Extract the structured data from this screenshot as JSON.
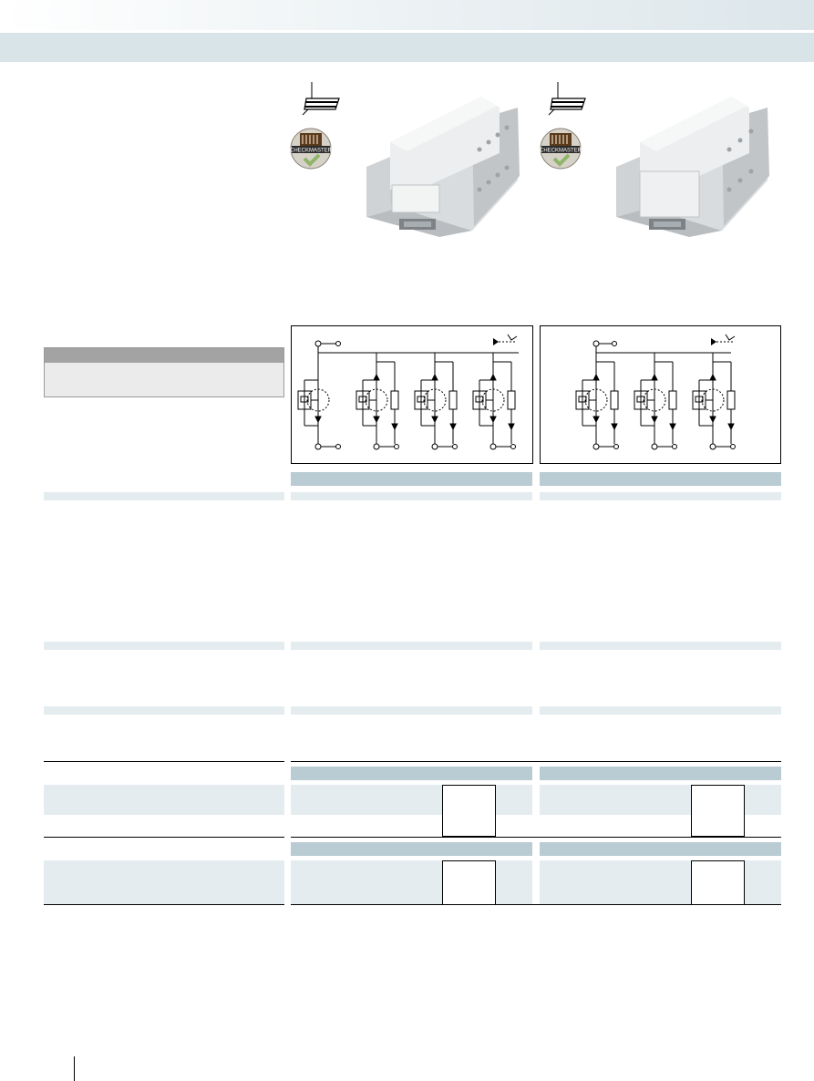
{
  "page": {
    "header_color_band": "#d8e4e8",
    "accent_light": "#e4ecef",
    "accent_mid": "#b9cbd3"
  },
  "products": [
    {
      "variant": "4-pole",
      "icons": [
        "din-rail-icon",
        "checkmaster-icon"
      ]
    },
    {
      "variant": "3-pole",
      "icons": [
        "din-rail-icon",
        "checkmaster-icon"
      ]
    }
  ],
  "certification": {
    "badge_text": "CHECKMASTER"
  },
  "diagrams": [
    {
      "variant": "4-pole",
      "modules": 4
    },
    {
      "variant": "3-pole",
      "modules": 3
    }
  ]
}
